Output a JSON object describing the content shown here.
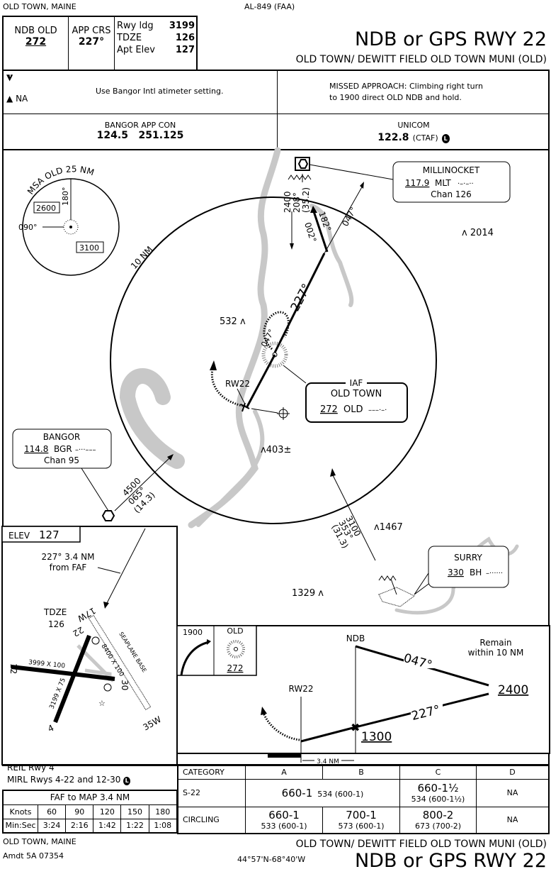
{
  "header": {
    "location": "OLD TOWN, MAINE",
    "chart_id": "AL-849 (FAA)",
    "title": "NDB or GPS RWY 22",
    "airport": "OLD TOWN/ DEWITT FIELD OLD TOWN MUNI (OLD)",
    "briefing": {
      "nav_label": "NDB  OLD",
      "nav_freq": "272",
      "app_crs_label": "APP CRS",
      "app_crs": "227°",
      "rwy_ldg_label": "Rwy ldg",
      "rwy_ldg": "3199",
      "tdze_label": "TDZE",
      "tdze": "126",
      "apt_elev_label": "Apt Elev",
      "apt_elev": "127"
    }
  },
  "notes": {
    "takeoff_symbol": "T",
    "alternate_symbol": "A",
    "alternate_na": "NA",
    "altimeter": "Use Bangor Intl atimeter setting.",
    "missed_line1": "MISSED APPROACH:  Climbing right turn",
    "missed_line2": "to 1900 direct OLD NDB and hold."
  },
  "comms": {
    "app_con_label": "BANGOR APP CON",
    "app_con_freqs": "124.5   251.125",
    "unicom_label": "UNICOM",
    "unicom_freq": "122.8",
    "ctaf": "(CTAF)",
    "lighting_symbol": "L"
  },
  "plan_view": {
    "msa_label": "MSA OLD 25 NM",
    "msa_bearing_north": "180°",
    "msa_bearing_west": "090°",
    "msa_alt_1": "2600",
    "msa_alt_2": "3100",
    "ring_label": "10 NM",
    "millinocket": {
      "name": "MILLINOCKET",
      "freq": "117.9",
      "ident": "MLT",
      "chan": "Chan 126"
    },
    "mlt_route": {
      "alt": "2400",
      "crs": "208°",
      "dist": "(35.2)"
    },
    "radial_182": "182°",
    "radial_002": "002°",
    "radial_047": "047°",
    "final_crs": "227°",
    "hold_crs": "047°",
    "obstacle_2014": "2014",
    "obstacle_532": "532",
    "obstacle_403": "403±",
    "obstacle_1467": "1467",
    "obstacle_1329": "1329",
    "rw22": "RW22",
    "iaf": {
      "label": "IAF",
      "name": "OLD TOWN",
      "freq": "272",
      "ident": "OLD"
    },
    "bangor": {
      "name": "BANGOR",
      "freq": "114.8",
      "ident": "BGR",
      "chan": "Chan 95"
    },
    "bgr_route": {
      "alt": "4500",
      "crs": "065°",
      "dist": "(14.3)"
    },
    "surry": {
      "name": "SURRY",
      "freq": "330",
      "ident": "BH"
    },
    "surry_route": {
      "alt": "3100",
      "crs": "353°",
      "dist": "(31.3)"
    }
  },
  "airport_sketch": {
    "elev_label": "ELEV",
    "elev": "127",
    "faf_note_1": "227° 3.4 NM",
    "faf_note_2": "from FAF",
    "tdze_label": "TDZE",
    "tdze": "126",
    "rwy_12": "12",
    "rwy_30": "30",
    "rwy_22": "22",
    "rwy_4": "4",
    "rwy_17w": "17W",
    "rwy_35w": "35W",
    "dim_12_30": "3999 X 100",
    "dim_4_22": "3199 X 75",
    "dim_seaplane": "8400 X 100",
    "seaplane": "SEAPLANE BASE",
    "reil": "REIL Rwy 4",
    "mirl": "MIRL Rwys 4-22 and 12-30"
  },
  "profile": {
    "hold_alt": "1900",
    "hold_fix": "OLD",
    "hold_freq": "272",
    "ndb": "NDB",
    "rw22": "RW22",
    "remain": "Remain",
    "remain2": "within 10 NM",
    "outbound": "047°",
    "inbound": "227°",
    "proc_alt": "2400",
    "faf_alt": "1300",
    "dist": "3.4 NM"
  },
  "minimums": {
    "headers": [
      "CATEGORY",
      "A",
      "B",
      "C",
      "D"
    ],
    "s22": {
      "label": "S-22",
      "ab_main": "660-1",
      "ab_sub": "534 (600-1)",
      "c_main": "660-1½",
      "c_sub": "534 (600-1½)",
      "d": "NA"
    },
    "circling": {
      "label": "CIRCLING",
      "a_main": "660-1",
      "a_sub": "533 (600-1)",
      "b_main": "700-1",
      "b_sub": "573 (600-1)",
      "c_main": "800-2",
      "c_sub": "673 (700-2)",
      "d": "NA"
    }
  },
  "timing": {
    "title": "FAF to MAP  3.4 NM",
    "knots_label": "Knots",
    "knots": [
      "60",
      "90",
      "120",
      "150",
      "180"
    ],
    "time_label": "Min:Sec",
    "times": [
      "3:24",
      "2:16",
      "1:42",
      "1:22",
      "1:08"
    ]
  },
  "footer": {
    "location": "OLD TOWN, MAINE",
    "amdt": "Amdt 5A  07354",
    "coords": "44°57'N-68°40'W",
    "airport": "OLD TOWN/ DEWITT FIELD OLD TOWN MUNI (OLD)",
    "title": "NDB or GPS RWY 22"
  }
}
